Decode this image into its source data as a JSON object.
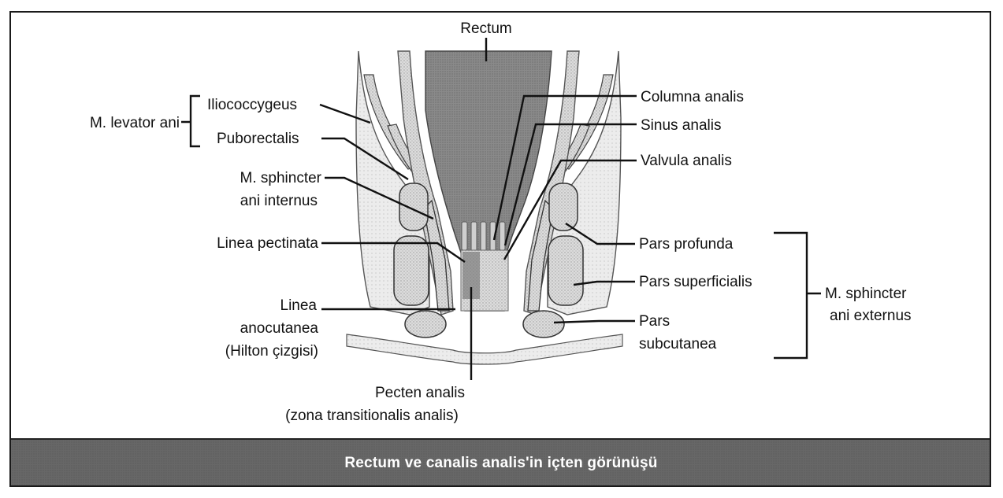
{
  "labels": {
    "rectum": "Rectum",
    "m_levator_ani": "M. levator ani",
    "iliococcygeus": "Iliococcygeus",
    "puborectalis": "Puborectalis",
    "m_sphincter_ani_internus_1": "M. sphincter",
    "m_sphincter_ani_internus_2": "ani internus",
    "linea_pectinata": "Linea pectinata",
    "linea_anocutanea_1": "Linea",
    "linea_anocutanea_2": "anocutanea",
    "linea_anocutanea_3": "(Hilton çizgisi)",
    "pecten_analis_1": "Pecten analis",
    "pecten_analis_2": "(zona transitionalis analis)",
    "columna_analis": "Columna analis",
    "sinus_analis": "Sinus analis",
    "valvula_analis": "Valvula analis",
    "pars_profunda": "Pars profunda",
    "pars_superficialis": "Pars superficialis",
    "pars_subcutanea_1": "Pars",
    "pars_subcutanea_2": "subcutanea",
    "m_sphincter_ani_externus_1": "M. sphincter",
    "m_sphincter_ani_externus_2": "ani externus"
  },
  "caption": "Rectum ve canalis analis'in içten görünüşü",
  "colors": {
    "caption_bar": "#4a4a4a",
    "lumen": "#8c8c8c",
    "tissue_light": "#d9d9d9",
    "tissue_mid": "#bdbdbd",
    "muscle": "#cfcfcf",
    "line": "#111111"
  }
}
